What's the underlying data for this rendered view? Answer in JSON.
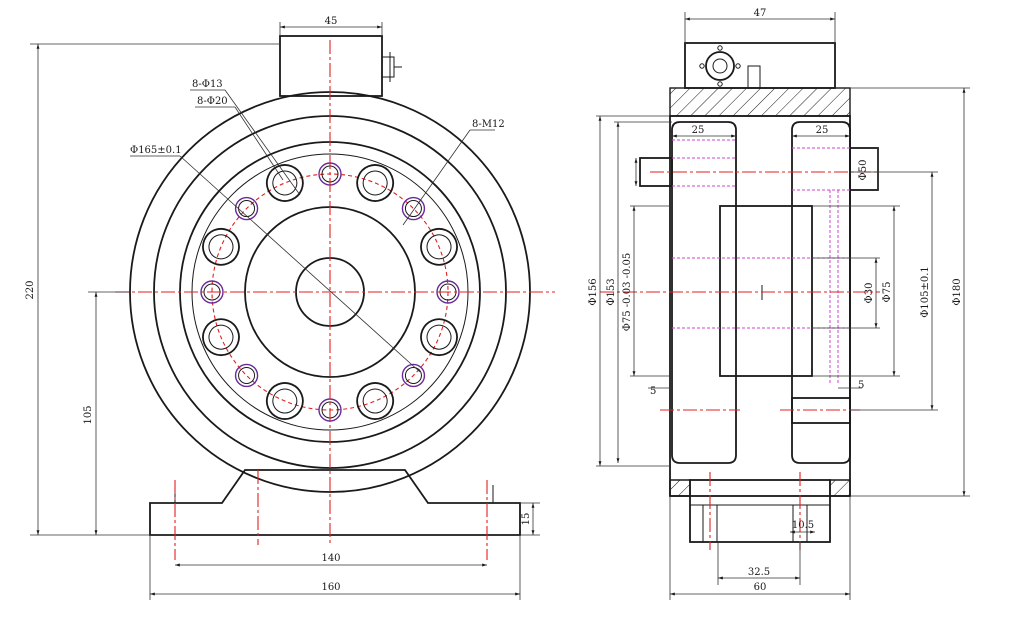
{
  "colors": {
    "outline": "#1a1a1a",
    "centerline": "#e02020",
    "hidden_line": "#cc44cc",
    "tapped_hole": "#6a2a9a"
  },
  "front_view": {
    "dims": {
      "top_width": "45",
      "holes_a": "8-Φ13",
      "holes_b": "8-Φ20",
      "threads": "8-M12",
      "pcd": "Φ165±0.1",
      "overall_height": "220",
      "center_height": "105",
      "base_thickness": "15",
      "base_inner": "140",
      "base_outer": "160"
    }
  },
  "side_view": {
    "dims": {
      "top_width": "47",
      "flange_left": "25",
      "flange_right": "25",
      "outer_dia": "Φ156",
      "dia_153": "Φ153",
      "bore_tol": "Φ75 -0.03 -0.05",
      "dia_right_small": "Φ50",
      "dia_mid": "Φ30",
      "dia_75": "Φ75",
      "dia_105": "Φ105±0.1",
      "dia_180": "Φ180",
      "gap_left": "5",
      "gap_right": "5",
      "base_slot": "10.5",
      "base_inner": "32.5",
      "base_outer": "60"
    }
  }
}
